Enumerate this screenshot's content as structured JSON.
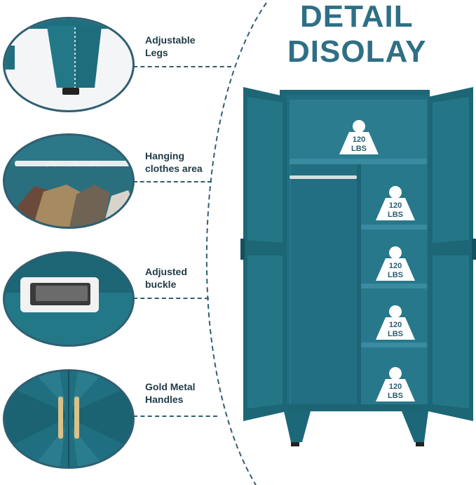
{
  "header": {
    "line1": "DETAIL",
    "line2": "DISOLAY"
  },
  "features": [
    {
      "label_line1": "Adjustable",
      "label_line2": "Legs"
    },
    {
      "label_line1": "Hanging",
      "label_line2": "clothes area"
    },
    {
      "label_line1": "Adjusted",
      "label_line2": "buckle"
    },
    {
      "label_line1": "Gold Metal",
      "label_line2": "Handles"
    }
  ],
  "weight_badges": [
    {
      "value": "120",
      "unit": "LBS"
    },
    {
      "value": "120",
      "unit": "LBS"
    },
    {
      "value": "120",
      "unit": "LBS"
    },
    {
      "value": "120",
      "unit": "LBS"
    },
    {
      "value": "120",
      "unit": "LBS"
    }
  ],
  "colors": {
    "cabinet": "#1f6f80",
    "accent": "#2f6f86",
    "handle": "#d9c189"
  }
}
